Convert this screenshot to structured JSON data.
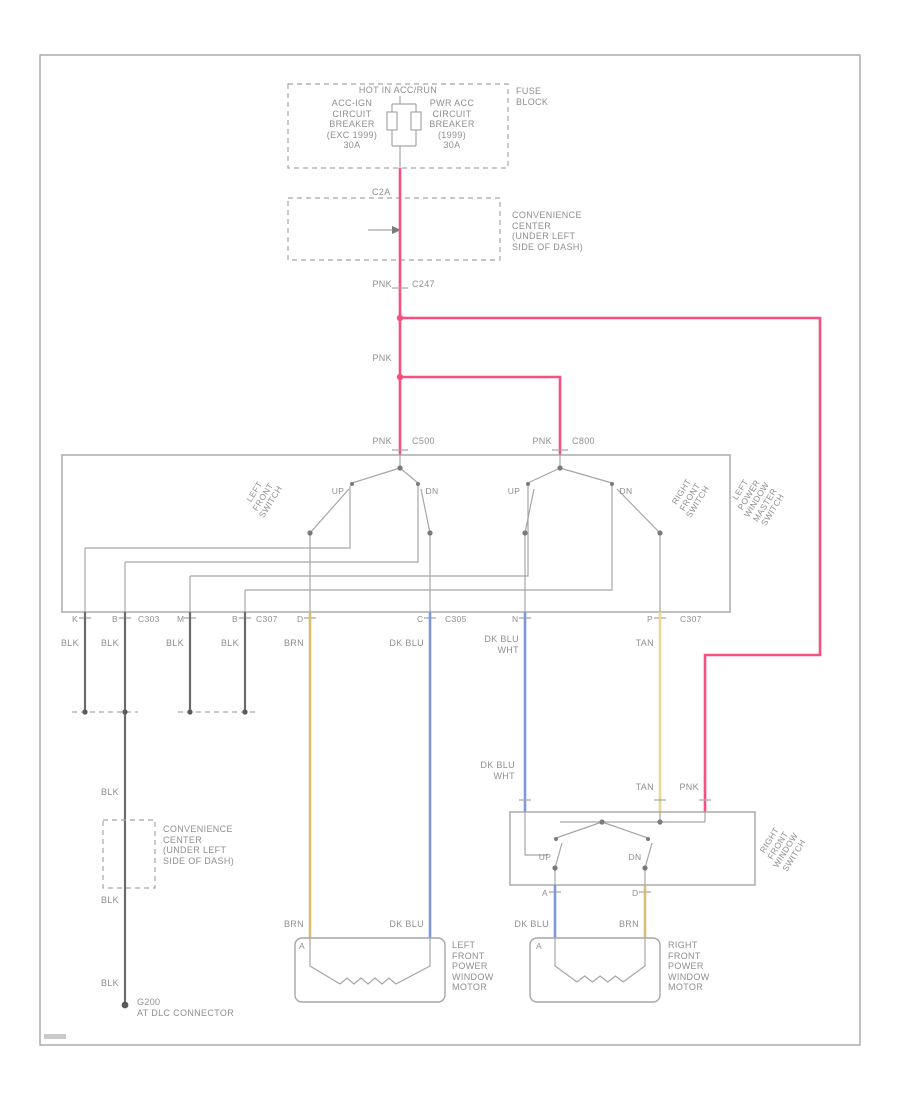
{
  "colors": {
    "pnk": "#f94f7e",
    "brn": "#d9bd74",
    "dkblu": "#7e98d8",
    "tan": "#e9d794",
    "blk": "#6b6b6b",
    "line": "#a6a6a6",
    "text": "#8f8f8f"
  },
  "power": {
    "hot_label": "HOT IN ACC/RUN",
    "fuse_block": {
      "l1": "FUSE",
      "l2": "BLOCK"
    },
    "breaker_left": {
      "l1": "ACC-IGN",
      "l2": "CIRCUIT",
      "l3": "BREAKER",
      "l4": "(EXC 1999)",
      "l5": "30A"
    },
    "breaker_right": {
      "l1": "PWR ACC",
      "l2": "CIRCUIT",
      "l3": "BREAKER",
      "l4": "(1999)",
      "l5": "30A"
    }
  },
  "convenience_center": {
    "connector": "C2A",
    "l1": "CONVENIENCE",
    "l2": "CENTER",
    "l3": "(UNDER LEFT",
    "l4": "SIDE OF DASH)"
  },
  "wire_colors": {
    "pnk": "PNK",
    "blk": "BLK",
    "brn": "BRN",
    "dk_blu": "DK BLU",
    "dk_blu_wht": {
      "l1": "DK BLU",
      "l2": "WHT"
    },
    "tan": "TAN"
  },
  "connectors": {
    "c247": "C247",
    "c500": "C500",
    "c800": "C800",
    "c303": "C303",
    "c307": "C307",
    "c305": "C305"
  },
  "terminals": {
    "k": "K",
    "b": "B",
    "m": "M",
    "d": "D",
    "c": "C",
    "n": "N",
    "p": "P",
    "a": "A"
  },
  "master_switch": {
    "name": {
      "l1": "LEFT",
      "l2": "POWER",
      "l3": "WINDOW",
      "l4": "MASTER",
      "l5": "SWITCH"
    },
    "left_switch": {
      "l1": "LEFT",
      "l2": "FRONT",
      "l3": "SWITCH"
    },
    "right_switch": {
      "l1": "RIGHT",
      "l2": "FRONT",
      "l3": "SWITCH"
    },
    "up": "UP",
    "dn": "DN"
  },
  "right_switch": {
    "name": {
      "l1": "RIGHT",
      "l2": "FRONT",
      "l3": "WINDOW",
      "l4": "SWITCH"
    },
    "up": "UP",
    "dn": "DN"
  },
  "motors": {
    "left": {
      "l1": "LEFT",
      "l2": "FRONT",
      "l3": "POWER",
      "l4": "WINDOW",
      "l5": "MOTOR"
    },
    "right": {
      "l1": "RIGHT",
      "l2": "FRONT",
      "l3": "POWER",
      "l4": "WINDOW",
      "l5": "MOTOR"
    }
  },
  "ground": {
    "id": "G200",
    "location": "AT DLC CONNECTOR"
  }
}
